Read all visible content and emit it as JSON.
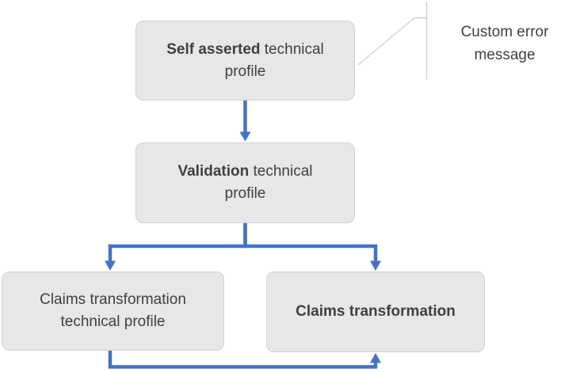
{
  "colors": {
    "accent_blue": "#4472C4",
    "box_fill": "#e7e7e7",
    "box_border": "#d1d1d1",
    "text": "#404040",
    "callout_line": "#d2d2d2",
    "background": "#ffffff"
  },
  "diagram": {
    "boxes": {
      "self_asserted": {
        "line1_bold": "Self asserted",
        "line1_rest": " technical",
        "line2": "profile"
      },
      "validation": {
        "line1_bold": "Validation",
        "line1_rest": " technical",
        "line2": "profile"
      },
      "claims_transformation_profile": {
        "line1": "Claims transformation",
        "line2": "technical profile"
      },
      "claims_transformation": {
        "line1_bold": "Claims transformation"
      }
    },
    "callout": {
      "line1": "Custom error",
      "line2": "message"
    }
  }
}
